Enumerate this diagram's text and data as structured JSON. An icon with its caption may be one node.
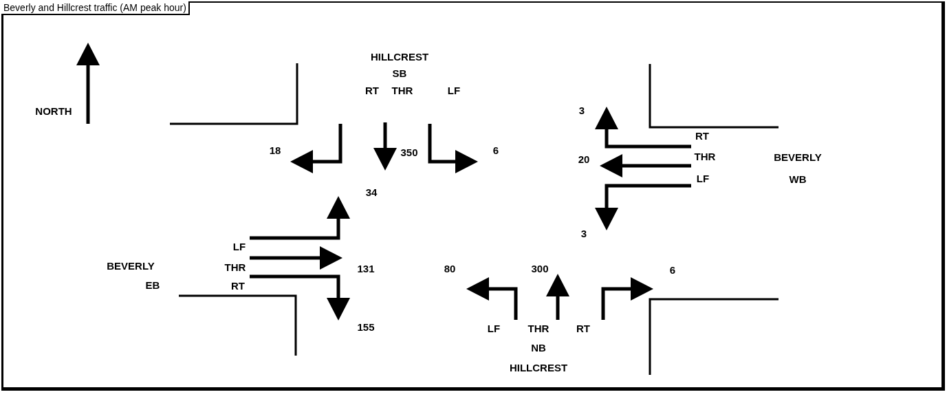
{
  "diagram": {
    "title": "Beverly and Hillcrest traffic (AM peak hour)",
    "labels": [
      "HILLCREST",
      "SB",
      "RT",
      "THR",
      "LF",
      "NORTH",
      "3",
      "18",
      "350",
      "6",
      "RT",
      "20",
      "THR",
      "BEVERLY",
      "LF",
      "WB",
      "34",
      "3",
      "LF",
      "BEVERLY",
      "THR",
      "131",
      "80",
      "300",
      "6",
      "EB",
      "RT",
      "155",
      "LF",
      "THR",
      "RT",
      "NB",
      "HILLCREST"
    ]
  }
}
